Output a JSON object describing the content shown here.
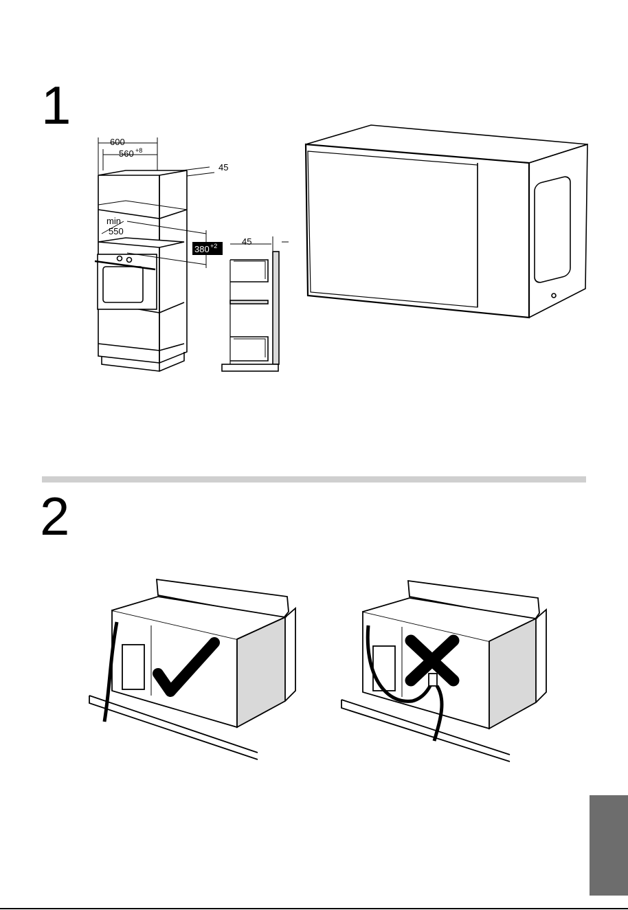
{
  "steps": {
    "one": "1",
    "two": "2"
  },
  "dimensions": {
    "width_outer": "600",
    "width_inner": "560",
    "width_inner_tol": "+8",
    "side_gap": "45",
    "depth_label_min": "min",
    "depth_value": "550",
    "niche_height": "380",
    "niche_height_tol": "+2",
    "profile_gap": "45"
  },
  "colors": {
    "divider": "#cfcfcf",
    "side_tab": "#6d6d6d",
    "panel_shade": "#d9d9d9",
    "highlight_box": "#000000"
  },
  "icons": {
    "correct": "check-mark-icon",
    "incorrect": "cross-mark-icon"
  }
}
